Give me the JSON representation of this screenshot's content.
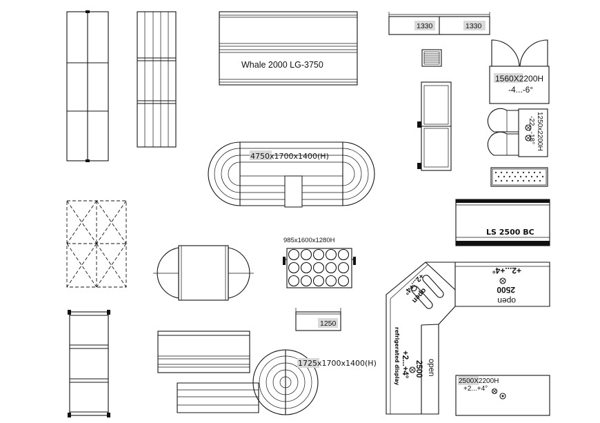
{
  "labels": {
    "whale": "Whale 2000 LG-3750",
    "oval_dims": "4750x1700x1400(H)",
    "dims_985": "985x1600x1280H",
    "tag_1330_a": "1330",
    "tag_1330_b": "1330",
    "door_1560": "1560X2200H",
    "temp_1560": "-4...-6°",
    "door_1250": "1250x2200H",
    "temp_1250": "-22...-18°",
    "ls2500": "LS 2500 BC",
    "tag_1250": "1250",
    "spiral_dims": "1725x1700x1400(H)",
    "corner_temp_top": "+2...+4°",
    "corner_2500_top": "2500",
    "corner_open_top": "open",
    "corner_temp_diag": "+2...+4°",
    "corner_open_diag": "open",
    "refrig_display": "refrigerated display",
    "corner_temp_vert": "+2...+4°",
    "corner_2500_vert": "2500",
    "corner_open_vert": "open",
    "box_2500": "2500X2200H",
    "temp_2500": "+2...+4°"
  }
}
